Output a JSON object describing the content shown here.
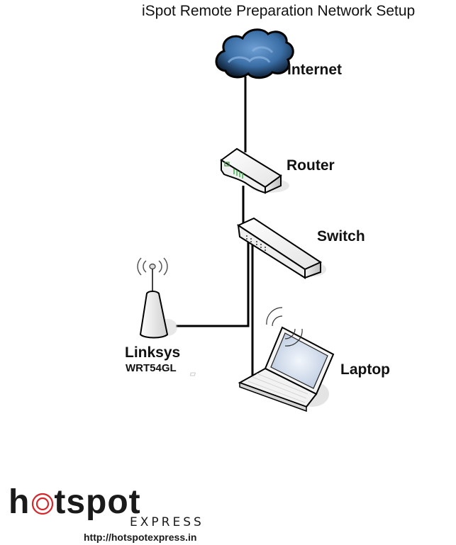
{
  "diagram": {
    "title": "iSpot Remote Preparation Network Setup",
    "nodes": [
      {
        "id": "internet",
        "label": "Internet",
        "icon": "cloud-icon"
      },
      {
        "id": "router",
        "label": "Router",
        "icon": "router-icon"
      },
      {
        "id": "switch",
        "label": "Switch",
        "icon": "switch-icon"
      },
      {
        "id": "linksys",
        "label": "Linksys",
        "sublabel": "WRT54GL",
        "icon": "wireless-access-point-icon"
      },
      {
        "id": "laptop",
        "label": "Laptop",
        "icon": "laptop-icon"
      }
    ],
    "edges": [
      {
        "from": "internet",
        "to": "router",
        "type": "wired"
      },
      {
        "from": "router",
        "to": "switch",
        "type": "wired"
      },
      {
        "from": "switch",
        "to": "linksys",
        "type": "wired"
      },
      {
        "from": "switch",
        "to": "laptop",
        "type": "wired"
      }
    ]
  },
  "branding": {
    "logo_prefix": "h",
    "logo_suffix": "tspot",
    "logo_sub": "EXPRESS",
    "url": "http://hotspotexpress.in",
    "accent_color": "#d4262b"
  }
}
